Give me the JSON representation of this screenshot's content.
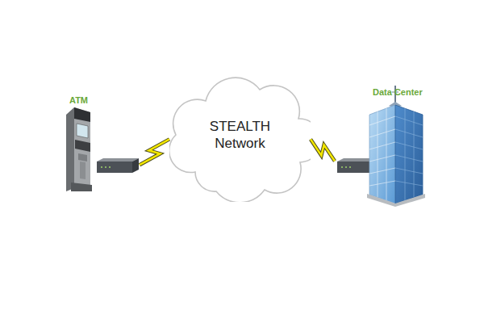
{
  "diagram": {
    "nodes": [
      {
        "text": [
          "ATM"
        ]
      },
      {
        "text": [
          "STEALTH Network"
        ]
      },
      {
        "text": [
          "Data Center"
        ]
      }
    ],
    "edges": [
      {
        "from": 0,
        "to": 1,
        "arrow": "none"
      },
      {
        "from": 1,
        "to": 2,
        "arrow": "none"
      }
    ]
  }
}
